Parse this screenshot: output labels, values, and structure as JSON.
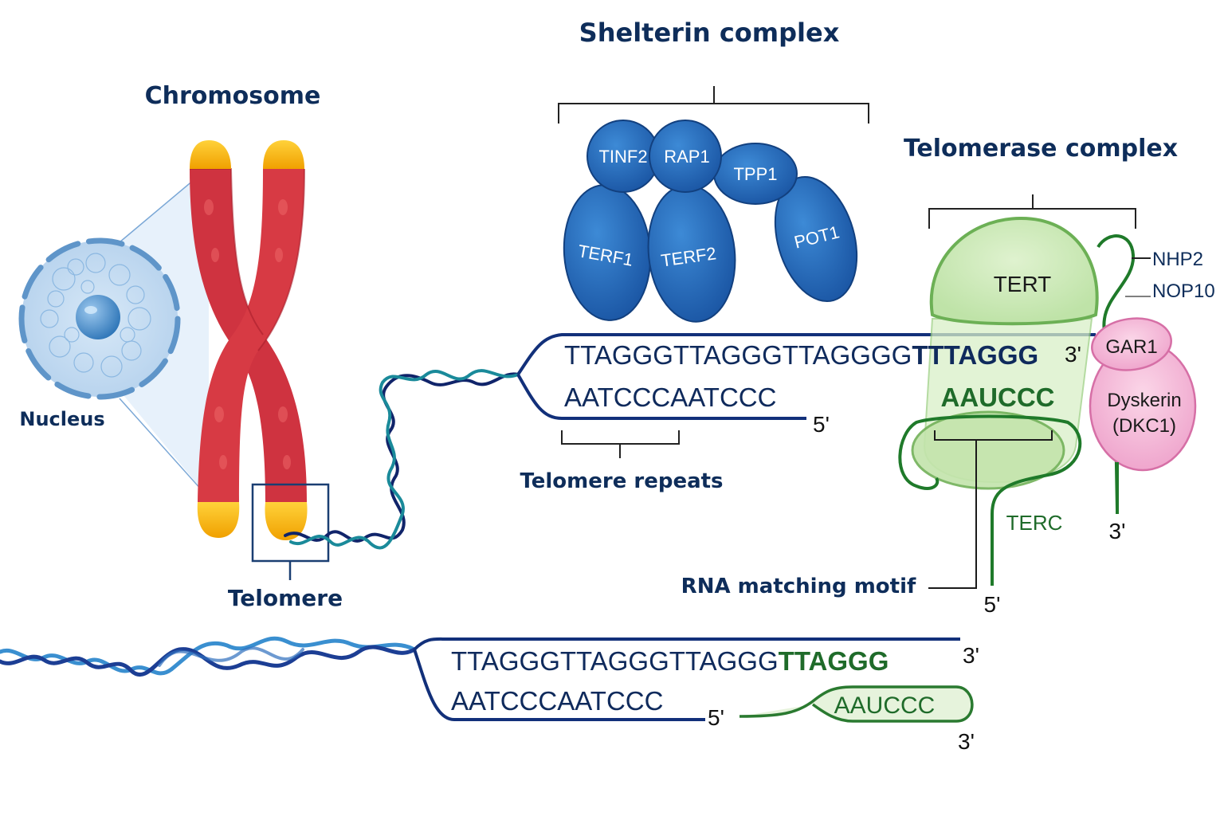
{
  "titles": {
    "chromosome": "Chromosome",
    "nucleus": "Nucleus",
    "telomere": "Telomere",
    "shelterin": "Shelterin complex",
    "telomerase": "Telomerase complex",
    "telomere_repeats": "Telomere repeats",
    "rna_matching_motif": "RNA matching motif"
  },
  "shelterin_proteins": [
    "TINF2",
    "RAP1",
    "TPP1",
    "TERF1",
    "TERF2",
    "POT1"
  ],
  "telomerase_components": {
    "tert": "TERT",
    "nhp2": "NHP2",
    "nop10": "NOP10",
    "gar1": "GAR1",
    "dyskerin_line1": "Dyskerin",
    "dyskerin_line2": "(DKC1)",
    "terc": "TERC"
  },
  "upper_sequence": {
    "top_plain": "TTAGGGTTAGGGTTAGGGG",
    "top_bold": "TTTAGGG",
    "top_end": "3'",
    "bottom": "AATCCCAATCCC",
    "bottom_end": "5'",
    "rna_template": "AAUCCC",
    "terc_5prime": "5'",
    "dkc_3prime": "3'"
  },
  "lower_sequence": {
    "top_plain": "TTAGGGTTAGGGTTAGGG",
    "top_bold": "TTAGGG",
    "top_end": "3'",
    "bottom": "AATCCCAATCCC",
    "bottom_end": "5'",
    "rna_template": "AAUCCC",
    "rna_end": "3'"
  },
  "colors": {
    "title_navy": "#0e2d5a",
    "protein_blue": "#1f62b0",
    "chromosome_red": "#c7283a",
    "telomere_yellow": "#f5b800",
    "tert_green": "#cdeab8",
    "rna_green": "#2a7a30",
    "pink": "#f0a8cf"
  }
}
